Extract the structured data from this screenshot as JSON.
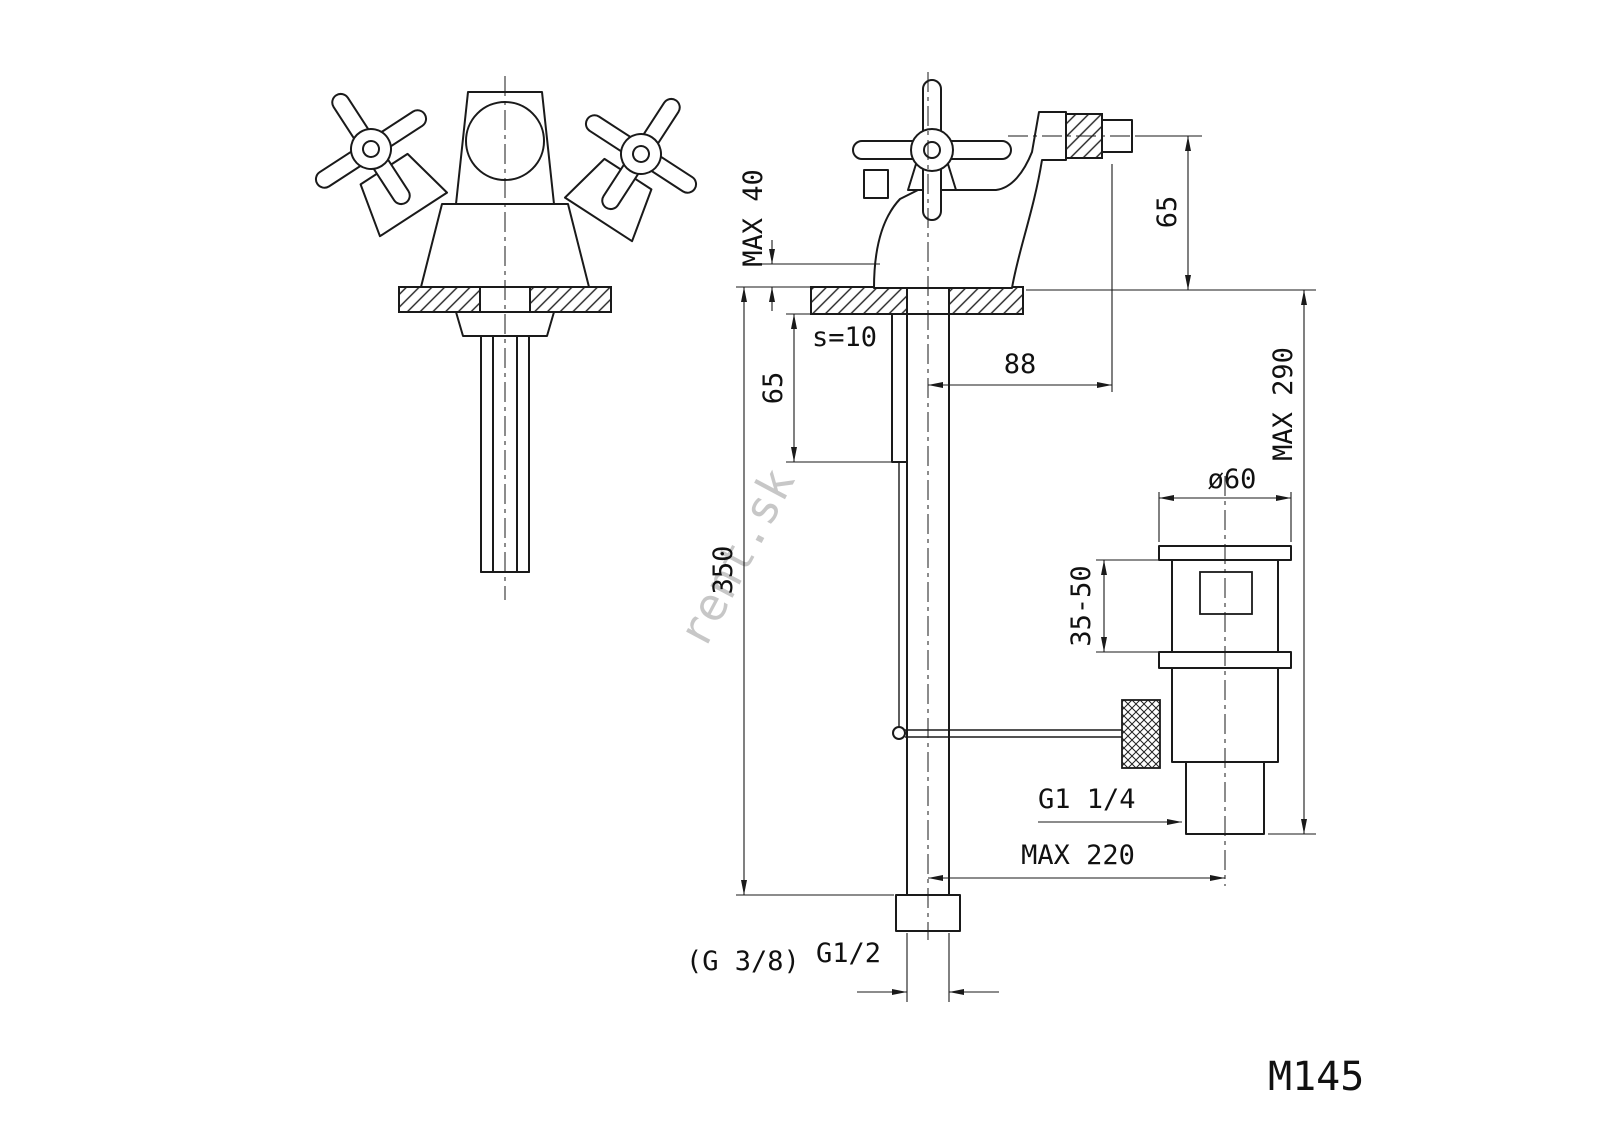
{
  "drawing": {
    "model_number": "M145",
    "watermark": "rent.sk"
  },
  "dims": {
    "deck_max_thickness": "MAX 40",
    "outlet_height_above_deck": "65",
    "plate_thickness": "s=10",
    "rod_guide_length": "65",
    "spout_reach": "88",
    "drain_max_height": "MAX 290",
    "drain_flange_diameter": "ø60",
    "drain_adjust_range": "35-50",
    "shank_length": "350",
    "drain_thread": "G1 1/4",
    "drain_max_offset": "MAX 220",
    "supply_thread_alt": "(G 3/8)",
    "shank_thread": "G1/2"
  }
}
